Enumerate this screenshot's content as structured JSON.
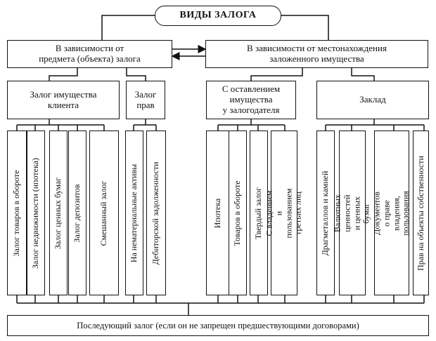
{
  "title": "ВИДЫ ЗАЛОГА",
  "level1": {
    "by_subject": "В зависимости от\nпредмета (объекта) залога",
    "by_location": "В зависимости от местонахождения\nзаложенного имущества"
  },
  "level2": {
    "client_property": "Залог имущества\nклиента",
    "rights": "Залог\nправ",
    "with_pledger": "С оставлением\nимущества\nу залогодателя",
    "zaklad": "Заклад"
  },
  "leaves": {
    "goods_in_turnover": "Залог товаров в обороте",
    "real_estate": "Залог недвижимости (ипотека)",
    "securities": "Залог ценных бумаг",
    "deposits": "Залог депозитов",
    "mixed": "Смешанный залог",
    "intangible": "На нематериальные активы",
    "receivables": "Дебиторской задолженности",
    "mortgage": "Ипотека",
    "goods_turnover": "Товаров в обороте",
    "firm": "Твердый залог",
    "third_party": "С владением и пользованием\nтретьих лиц",
    "metals": "Драгметаллов и камней",
    "currency_valuables": "Валютных ценностей\nи ценных бумаг",
    "ownership_docs": "Документов о праве владения,\nпользования",
    "property_rights": "Прав на объекты собственности"
  },
  "bottom": "Последующий залог (если он не запрещен предшествующими договорами)"
}
